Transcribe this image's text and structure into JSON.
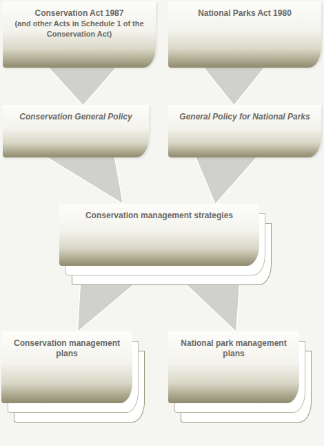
{
  "diagram": {
    "nodes": [
      {
        "text": [
          "Conservation Act 1987",
          "(and other Acts in Schedule 1 of the Conservation Act)"
        ]
      },
      {
        "text": [
          "National Parks Act 1980"
        ]
      },
      {
        "text": [
          "Conservation General Policy"
        ]
      },
      {
        "text": [
          "General Policy for National Parks"
        ]
      },
      {
        "text": [
          "Conservation management strategies"
        ]
      },
      {
        "text": [
          "Conservation management plans"
        ]
      },
      {
        "text": [
          "National park management plans"
        ]
      }
    ],
    "edges": [
      {
        "from": 0,
        "to": 2,
        "arrow": "to"
      },
      {
        "from": 1,
        "to": 3,
        "arrow": "to"
      },
      {
        "from": 2,
        "to": 4,
        "arrow": "to"
      },
      {
        "from": 3,
        "to": 4,
        "arrow": "to"
      },
      {
        "from": 4,
        "to": 5,
        "arrow": "to"
      },
      {
        "from": 4,
        "to": 6,
        "arrow": "to"
      }
    ]
  }
}
